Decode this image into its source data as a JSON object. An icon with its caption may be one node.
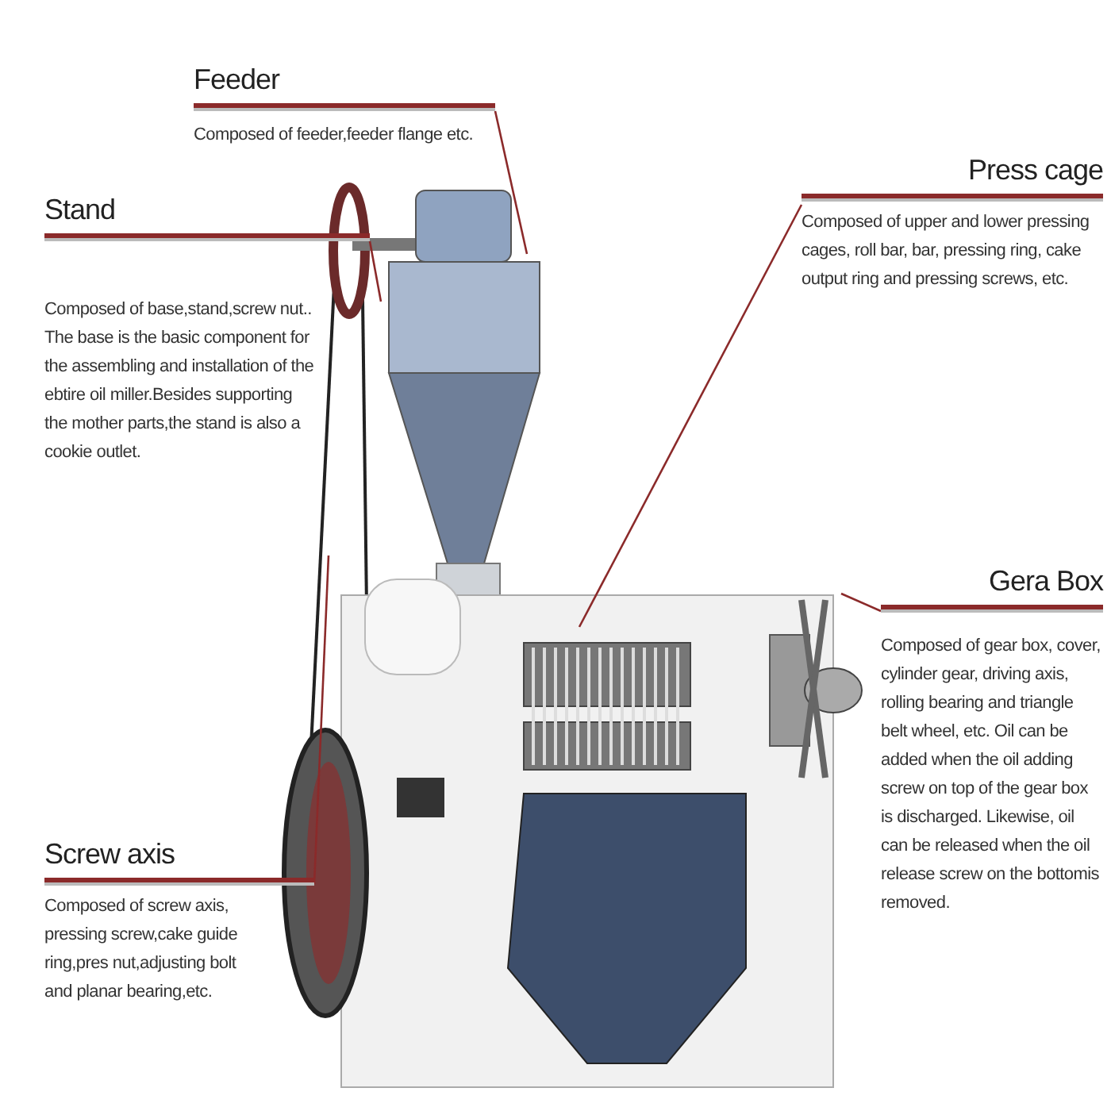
{
  "diagram": {
    "nodes": [
      {
        "text": [
          "Feeder",
          "Composed of feeder,feeder flange etc."
        ]
      },
      {
        "text": [
          "Stand",
          "Composed of base,stand,screw nut.. The base is the basic component for the assembling and installation of the ebtire oil miller.Besides supporting the mother parts,the stand is also a cookie outlet."
        ]
      },
      {
        "text": [
          "Press cage",
          "Composed of upper and lower pressing cages, roll bar, bar, pressing ring, cake output ring and pressing screws, etc."
        ]
      },
      {
        "text": [
          "Gera Box",
          "Composed of gear box, cover, cylinder gear, driving axis, rolling bearing and triangle belt wheel, etc. Oil can be added when the oil adding screw on top of the gear box is discharged. Likewise, oil can be released when the oil release screw on the bottomis removed."
        ]
      },
      {
        "text": [
          "Screw axis",
          "Composed of screw axis, pressing screw,cake guide ring,pres nut,adjusting bolt and planar bearing,etc."
        ]
      }
    ],
    "edges": [
      {
        "from": 0,
        "to": null,
        "arrow": "none"
      },
      {
        "from": 1,
        "to": null,
        "arrow": "none"
      },
      {
        "from": 2,
        "to": null,
        "arrow": "none"
      },
      {
        "from": 3,
        "to": null,
        "arrow": "none"
      },
      {
        "from": 4,
        "to": null,
        "arrow": "none"
      }
    ]
  }
}
